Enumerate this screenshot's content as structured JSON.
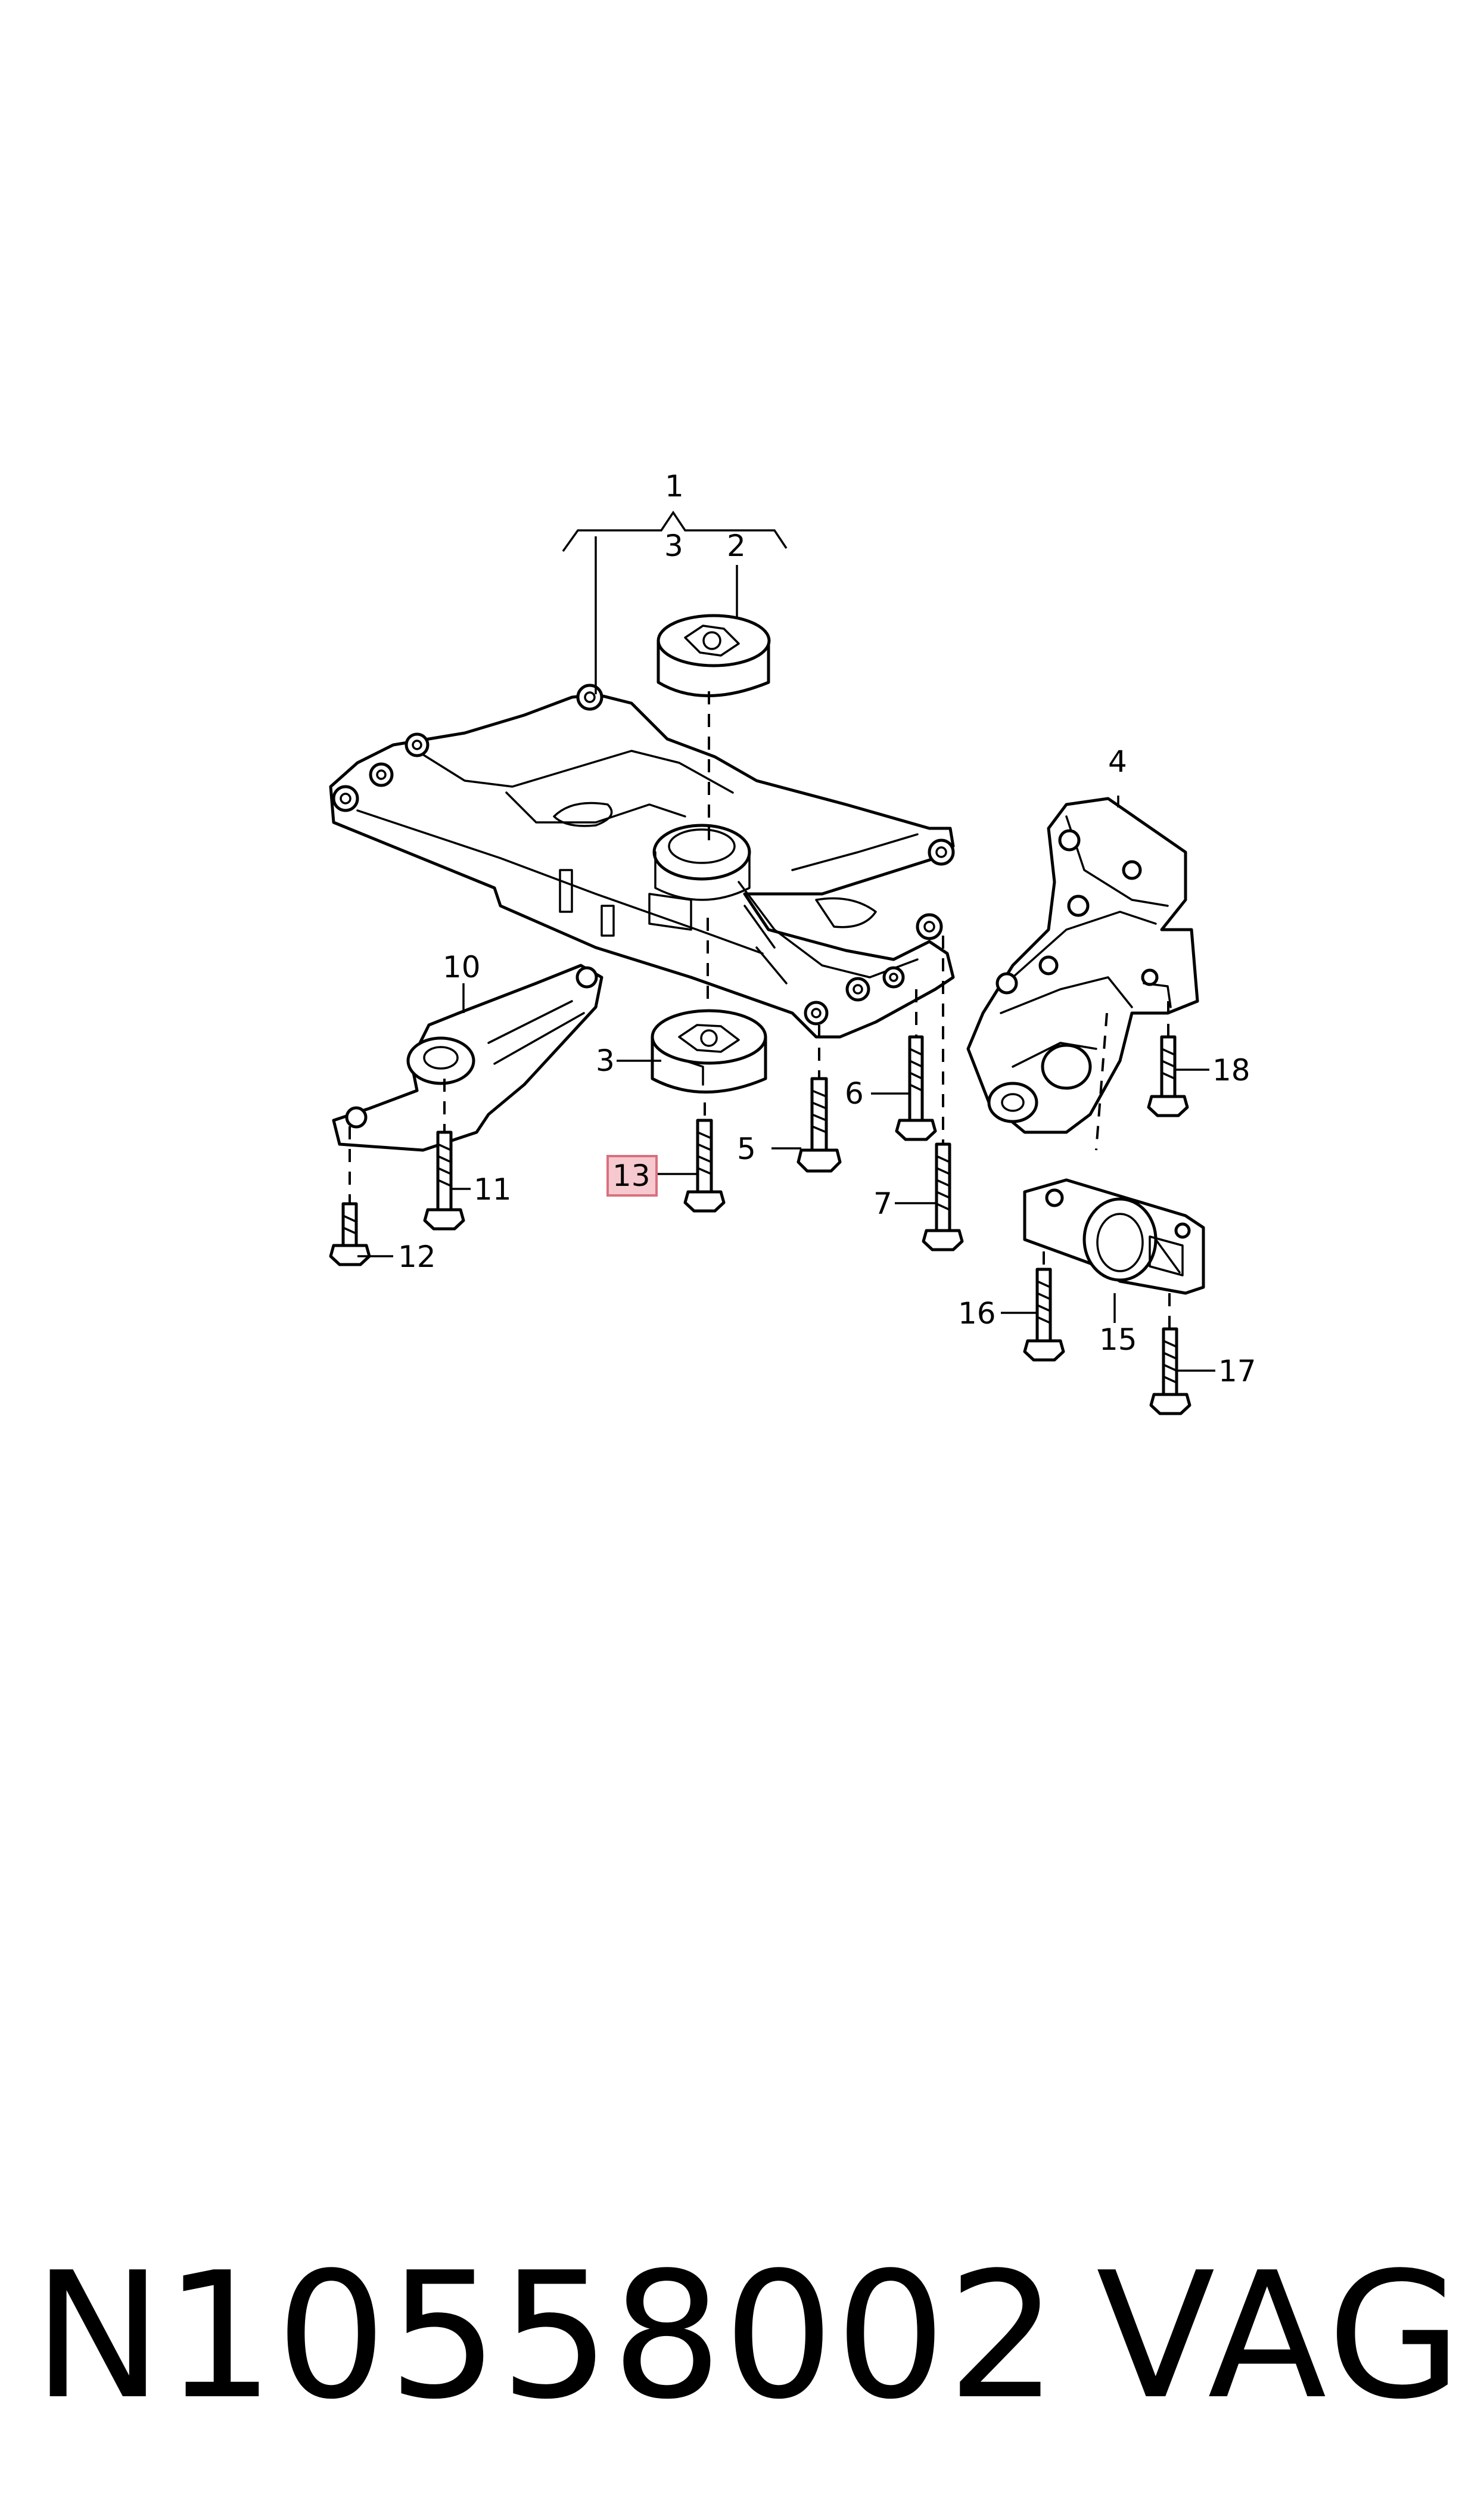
{
  "diagram": {
    "callouts": {
      "c1": "1",
      "c2": "2",
      "c3_top": "3",
      "c3_side": "3",
      "c4": "4",
      "c5": "5",
      "c6": "6",
      "c7": "7",
      "c10": "10",
      "c11": "11",
      "c12": "12",
      "c13": "13",
      "c15": "15",
      "c16": "16",
      "c17": "17",
      "c18": "18"
    },
    "highlighted_callout": "13",
    "highlight_color": "#f6c9cf"
  },
  "footer": {
    "part_number": "N10558002",
    "brand": "VAG"
  }
}
